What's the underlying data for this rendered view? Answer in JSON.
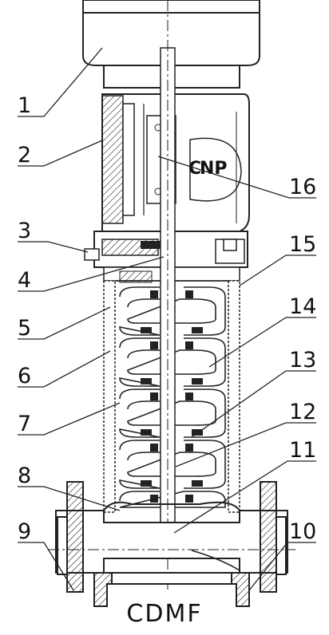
{
  "caption": "CDMF",
  "callouts": {
    "c1": "1",
    "c2": "2",
    "c3": "3",
    "c4": "4",
    "c5": "5",
    "c6": "6",
    "c7": "7",
    "c8": "8",
    "c9": "9",
    "c10": "10",
    "c11": "11",
    "c12": "12",
    "c13": "13",
    "c14": "14",
    "c15": "15",
    "c16": "16"
  },
  "logo_text": "CNP"
}
